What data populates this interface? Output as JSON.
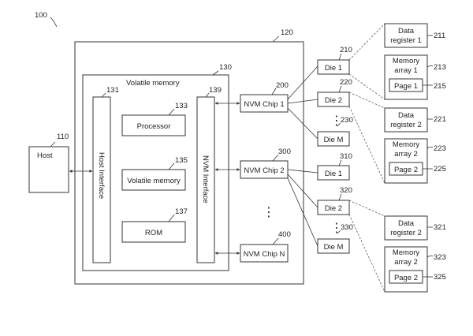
{
  "figure_ref": "100",
  "host": {
    "label": "Host",
    "ref": "110"
  },
  "controller": {
    "ref": "120"
  },
  "volatile_block": {
    "label": "Volatile memory",
    "ref": "130"
  },
  "host_interface": {
    "label": "Host Interface",
    "ref": "131"
  },
  "processor": {
    "label": "Processor",
    "ref": "133"
  },
  "volatile_memory": {
    "label": "Volatile memory",
    "ref": "135"
  },
  "rom": {
    "label": "ROM",
    "ref": "137"
  },
  "nvm_interface": {
    "label": "NVM Interface",
    "ref": "139"
  },
  "nvm_chips": [
    {
      "label": "NVM Chip 1",
      "ref": "200"
    },
    {
      "label": "NVM Chip 2",
      "ref": "300"
    },
    {
      "label": "NVM Chip N",
      "ref": "400"
    }
  ],
  "dies": [
    {
      "label": "Die 1",
      "ref": "210"
    },
    {
      "label": "Die 2",
      "ref": "220"
    },
    {
      "label": "Die M",
      "ref": "230"
    },
    {
      "label": "Die 1",
      "ref": "310"
    },
    {
      "label": "Die 2",
      "ref": "320"
    },
    {
      "label": "Die M",
      "ref": "330"
    }
  ],
  "data_registers": [
    {
      "line1": "Data",
      "line2": "register 1",
      "ref": "211"
    },
    {
      "line1": "Data",
      "line2": "register 2",
      "ref": "221"
    },
    {
      "line1": "Data",
      "line2": "register 2",
      "ref": "321"
    }
  ],
  "memory_arrays": [
    {
      "line1": "Memory",
      "line2": "array 1",
      "ref": "213"
    },
    {
      "line1": "Memory",
      "line2": "array 2",
      "ref": "223"
    },
    {
      "line1": "Memory",
      "line2": "array 2",
      "ref": "323"
    }
  ],
  "pages": [
    {
      "label": "Page 1",
      "ref": "215"
    },
    {
      "label": "Page 2",
      "ref": "225"
    },
    {
      "label": "Page 2",
      "ref": "325"
    }
  ],
  "ellipsis": "⋮"
}
